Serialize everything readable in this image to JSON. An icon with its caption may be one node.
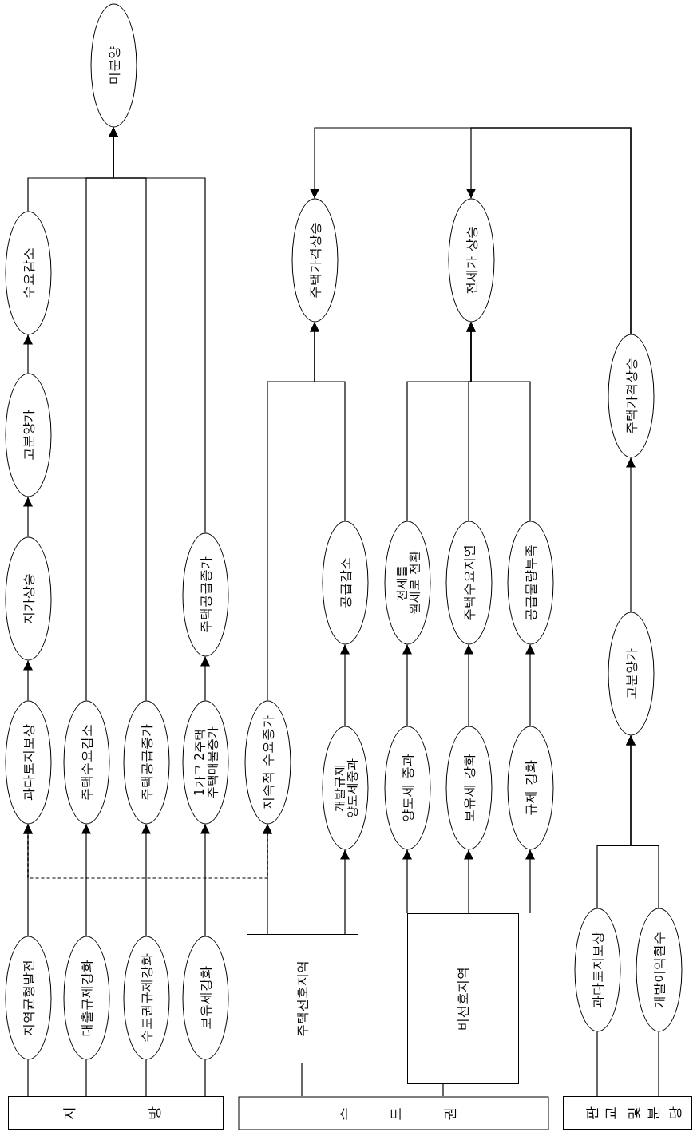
{
  "diagram": {
    "nodes": [
      {
        "text": [
          "지 방"
        ]
      },
      {
        "text": [
          "수 도 권"
        ]
      },
      {
        "text": [
          "판교및분당"
        ]
      },
      {
        "text": [
          "지역균형발전"
        ]
      },
      {
        "text": [
          "대출규제강화"
        ]
      },
      {
        "text": [
          "수도권규제강화"
        ]
      },
      {
        "text": [
          "보유세강화"
        ]
      },
      {
        "text": [
          "주택선호지역"
        ]
      },
      {
        "text": [
          "비선호지역"
        ]
      },
      {
        "text": [
          "과다토지보상"
        ]
      },
      {
        "text": [
          "개발이익환수"
        ]
      },
      {
        "text": [
          "과다토지보상"
        ]
      },
      {
        "text": [
          "주택수요감소"
        ]
      },
      {
        "text": [
          "주택공급증가"
        ]
      },
      {
        "text": [
          "1가구 2주택 주택매물증가"
        ]
      },
      {
        "text": [
          "지속적 수요증가"
        ]
      },
      {
        "text": [
          "개발규제 양도세중과"
        ]
      },
      {
        "text": [
          "양도세 중과"
        ]
      },
      {
        "text": [
          "보유세 강화"
        ]
      },
      {
        "text": [
          "규제 강화"
        ]
      },
      {
        "text": [
          "고분양가"
        ]
      },
      {
        "text": [
          "주택가격상승"
        ]
      },
      {
        "text": [
          "지가상승"
        ]
      },
      {
        "text": [
          "주택공급증가"
        ]
      },
      {
        "text": [
          "고분양가"
        ]
      },
      {
        "text": [
          "수요감소"
        ]
      },
      {
        "text": [
          "미분양"
        ]
      },
      {
        "text": [
          "공급감소"
        ]
      },
      {
        "text": [
          "전세를 월세로 전환"
        ]
      },
      {
        "text": [
          "주택수요지연"
        ]
      },
      {
        "text": [
          "공급물량부족"
        ]
      },
      {
        "text": [
          "주택가격상승"
        ]
      },
      {
        "text": [
          "전세가 상승"
        ]
      }
    ],
    "edges": [
      {
        "from": 0,
        "to": 3,
        "arrow": "none"
      },
      {
        "from": 0,
        "to": 4,
        "arrow": "none"
      },
      {
        "from": 0,
        "to": 5,
        "arrow": "none"
      },
      {
        "from": 0,
        "to": 6,
        "arrow": "none"
      },
      {
        "from": 1,
        "to": 7,
        "arrow": "none"
      },
      {
        "from": 1,
        "to": 8,
        "arrow": "none"
      },
      {
        "from": 2,
        "to": 9,
        "arrow": "none"
      },
      {
        "from": 2,
        "to": 10,
        "arrow": "none"
      },
      {
        "from": 3,
        "to": 11,
        "arrow": "to"
      },
      {
        "from": 4,
        "to": 12,
        "arrow": "to"
      },
      {
        "from": 5,
        "to": 13,
        "arrow": "to"
      },
      {
        "from": 6,
        "to": 14,
        "arrow": "to"
      },
      {
        "from": 7,
        "to": 15,
        "arrow": "to"
      },
      {
        "from": 7,
        "to": 16,
        "arrow": "to"
      },
      {
        "from": 8,
        "to": 17,
        "arrow": "to"
      },
      {
        "from": 8,
        "to": 18,
        "arrow": "to"
      },
      {
        "from": 8,
        "to": 19,
        "arrow": "to"
      },
      {
        "from": 11,
        "to": 15,
        "arrow": "both",
        "style": "dashed"
      },
      {
        "from": 9,
        "to": 20,
        "arrow": "to"
      },
      {
        "from": 10,
        "to": 20,
        "arrow": "to"
      },
      {
        "from": 11,
        "to": 22,
        "arrow": "to"
      },
      {
        "from": 14,
        "to": 23,
        "arrow": "to"
      },
      {
        "from": 16,
        "to": 27,
        "arrow": "to"
      },
      {
        "from": 17,
        "to": 28,
        "arrow": "to"
      },
      {
        "from": 18,
        "to": 29,
        "arrow": "to"
      },
      {
        "from": 19,
        "to": 30,
        "arrow": "to"
      },
      {
        "from": 22,
        "to": 24,
        "arrow": "to"
      },
      {
        "from": 24,
        "to": 25,
        "arrow": "to"
      },
      {
        "from": 25,
        "to": 26,
        "arrow": "to"
      },
      {
        "from": 12,
        "to": 26,
        "arrow": "to"
      },
      {
        "from": 13,
        "to": 26,
        "arrow": "to"
      },
      {
        "from": 23,
        "to": 26,
        "arrow": "to"
      },
      {
        "from": 15,
        "to": 31,
        "arrow": "to"
      },
      {
        "from": 27,
        "to": 31,
        "arrow": "to"
      },
      {
        "from": 28,
        "to": 32,
        "arrow": "to"
      },
      {
        "from": 29,
        "to": 32,
        "arrow": "to"
      },
      {
        "from": 30,
        "to": 32,
        "arrow": "to"
      },
      {
        "from": 20,
        "to": 21,
        "arrow": "to"
      },
      {
        "from": 21,
        "to": 31,
        "arrow": "to"
      },
      {
        "from": 21,
        "to": 32,
        "arrow": "to"
      }
    ]
  }
}
